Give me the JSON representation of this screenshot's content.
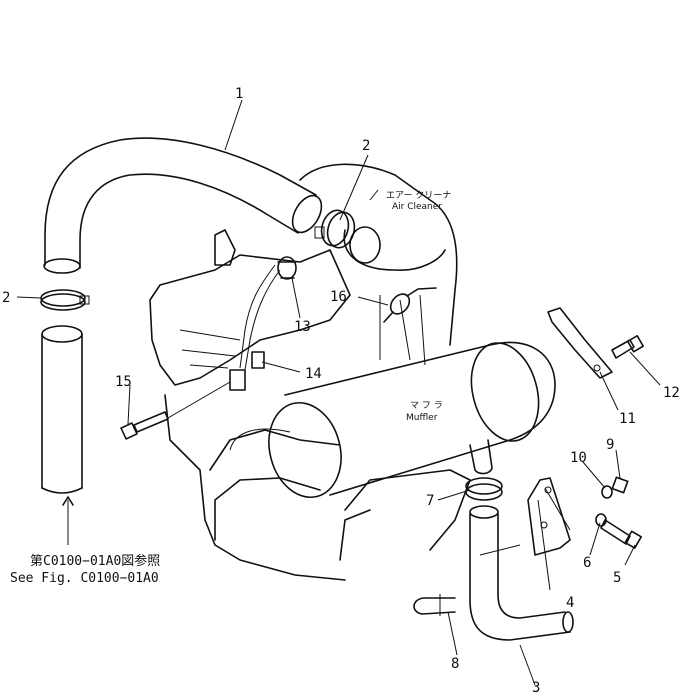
{
  "callouts": [
    {
      "id": "callout-1",
      "text": "1"
    },
    {
      "id": "callout-2a",
      "text": "2"
    },
    {
      "id": "callout-2b",
      "text": "2"
    },
    {
      "id": "callout-3",
      "text": "3"
    },
    {
      "id": "callout-4",
      "text": "4"
    },
    {
      "id": "callout-5",
      "text": "5"
    },
    {
      "id": "callout-6",
      "text": "6"
    },
    {
      "id": "callout-7",
      "text": "7"
    },
    {
      "id": "callout-8",
      "text": "8"
    },
    {
      "id": "callout-9",
      "text": "9"
    },
    {
      "id": "callout-10",
      "text": "10"
    },
    {
      "id": "callout-11",
      "text": "11"
    },
    {
      "id": "callout-12",
      "text": "12"
    },
    {
      "id": "callout-13",
      "text": "13"
    },
    {
      "id": "callout-14",
      "text": "14"
    },
    {
      "id": "callout-15",
      "text": "15"
    },
    {
      "id": "callout-16",
      "text": "16"
    }
  ],
  "captions": {
    "air_cleaner_jp": "エアー クリーナ",
    "air_cleaner_en": "Air Cleaner",
    "muffler_jp": "マ フ ラ",
    "muffler_en": "Muffler"
  },
  "reference": {
    "jp": "第C0100−01A0図参照",
    "en": "See Fig. C0100−01A0"
  }
}
